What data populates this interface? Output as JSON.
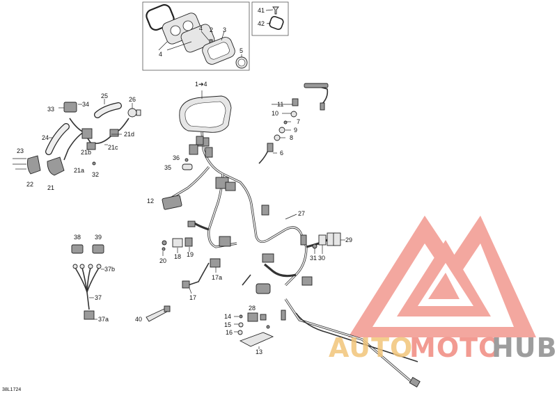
{
  "drawing_code": "38L1724",
  "callouts": {
    "c1to4": "1➔4",
    "c2": "2",
    "c3": "3",
    "c4": "4",
    "c5": "5",
    "c6": "6",
    "c7": "7",
    "c8": "8",
    "c9": "9",
    "c10": "10",
    "c11": "11",
    "c12": "12",
    "c13": "13",
    "c14": "14",
    "c15": "15",
    "c16": "16",
    "c17": "17",
    "c17a": "17a",
    "c18": "18",
    "c19": "19",
    "c20": "20",
    "c21": "21",
    "c21a": "21a",
    "c21b": "21b",
    "c21c": "21c",
    "c21d": "21d",
    "c22": "22",
    "c23": "23",
    "c24": "24",
    "c25": "25",
    "c26": "26",
    "c27": "27",
    "c28": "28",
    "c29": "29",
    "c30": "30",
    "c31": "31",
    "c32": "32",
    "c33": "33",
    "c34": "34",
    "c35": "35",
    "c36": "36",
    "c37": "37",
    "c37a": "37a",
    "c37b": "37b",
    "c38": "38",
    "c39": "39",
    "c40": "40",
    "c41": "41",
    "c42": "42"
  },
  "watermark": {
    "part1": "AUTO",
    "part2": "MOTO",
    "part3": "HUB",
    "colors": {
      "logo": "#f08a80",
      "auto": "#f2c57a",
      "moto": "#f08a80",
      "hub": "#8c8c8c"
    }
  }
}
